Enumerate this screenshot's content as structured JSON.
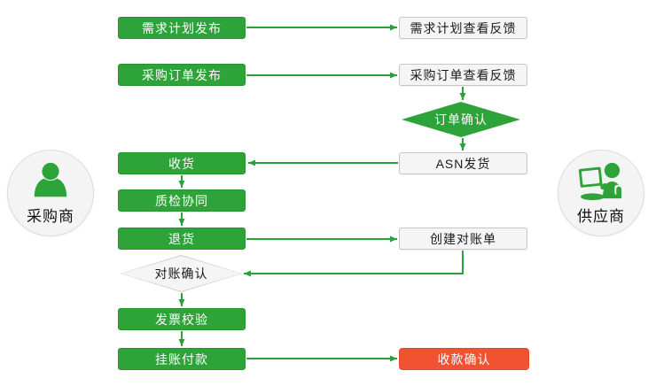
{
  "actors": {
    "buyer": {
      "label": "采购商",
      "icon": "buyer-person-icon"
    },
    "supplier": {
      "label": "供应商",
      "icon": "supplier-person-laptop-icon"
    }
  },
  "flow": {
    "demand_plan_publish": "需求计划发布",
    "purchase_order_publish": "采购订单发布",
    "receive_goods": "收货",
    "quality_inspection": "质检协同",
    "return_goods": "退货",
    "reconciliation_confirm": "对账确认",
    "invoice_verification": "发票校验",
    "book_payment": "挂账付款",
    "demand_plan_feedback": "需求计划查看反馈",
    "purchase_order_feedback": "采购订单查看反馈",
    "order_confirm": "订单确认",
    "asn_shipment": "ASN发货",
    "create_statement": "创建对账单",
    "payment_confirm": "收款确认"
  },
  "colors": {
    "process_green": "#2da339",
    "arrow_green": "#2aa23a",
    "confirm_red": "#f05232",
    "light_box_bg": "#f5f5f5",
    "light_box_border": "#c6c6c6",
    "text_light": "#ffffff",
    "text_dark": "#1a1a1a"
  }
}
